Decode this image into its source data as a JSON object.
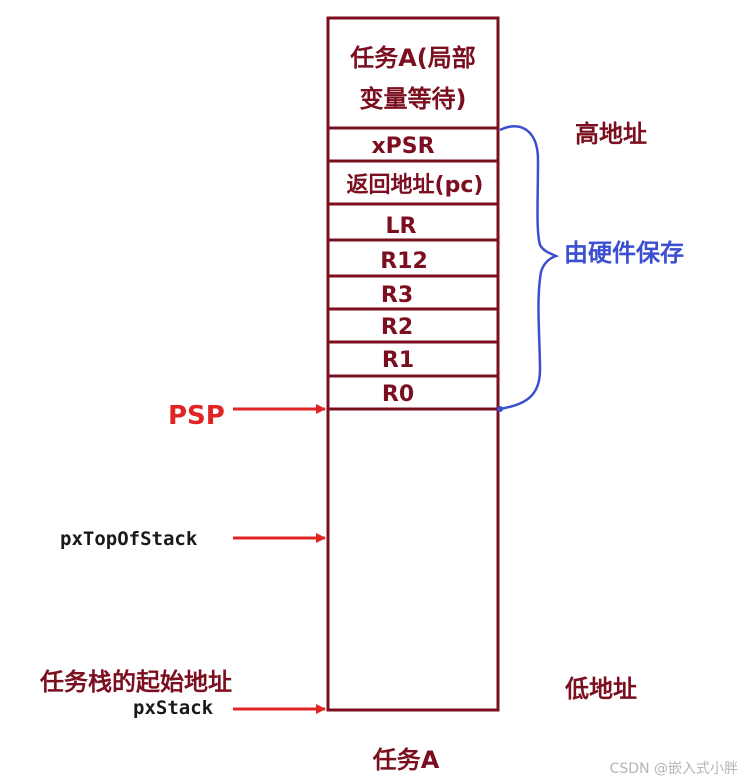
{
  "stack": {
    "task_locals_line1": "任务A(局部",
    "task_locals_line2": "变量等待)",
    "registers": [
      "xPSR",
      "返回地址(pc)",
      "LR",
      "R12",
      "R3",
      "R2",
      "R1",
      "R0"
    ]
  },
  "labels": {
    "high_address": "高地址",
    "hardware_saved": "由硬件保存",
    "psp": "PSP",
    "px_top_of_stack": "pxTopOfStack",
    "task_stack_start": "任务栈的起始地址",
    "px_stack": "pxStack",
    "low_address": "低地址",
    "task_name": "任务A"
  },
  "watermark": "CSDN @嵌入式小胖",
  "colors": {
    "frame": "#7b0f1f",
    "arrow": "#e02424",
    "brace": "#3b4fd0"
  }
}
